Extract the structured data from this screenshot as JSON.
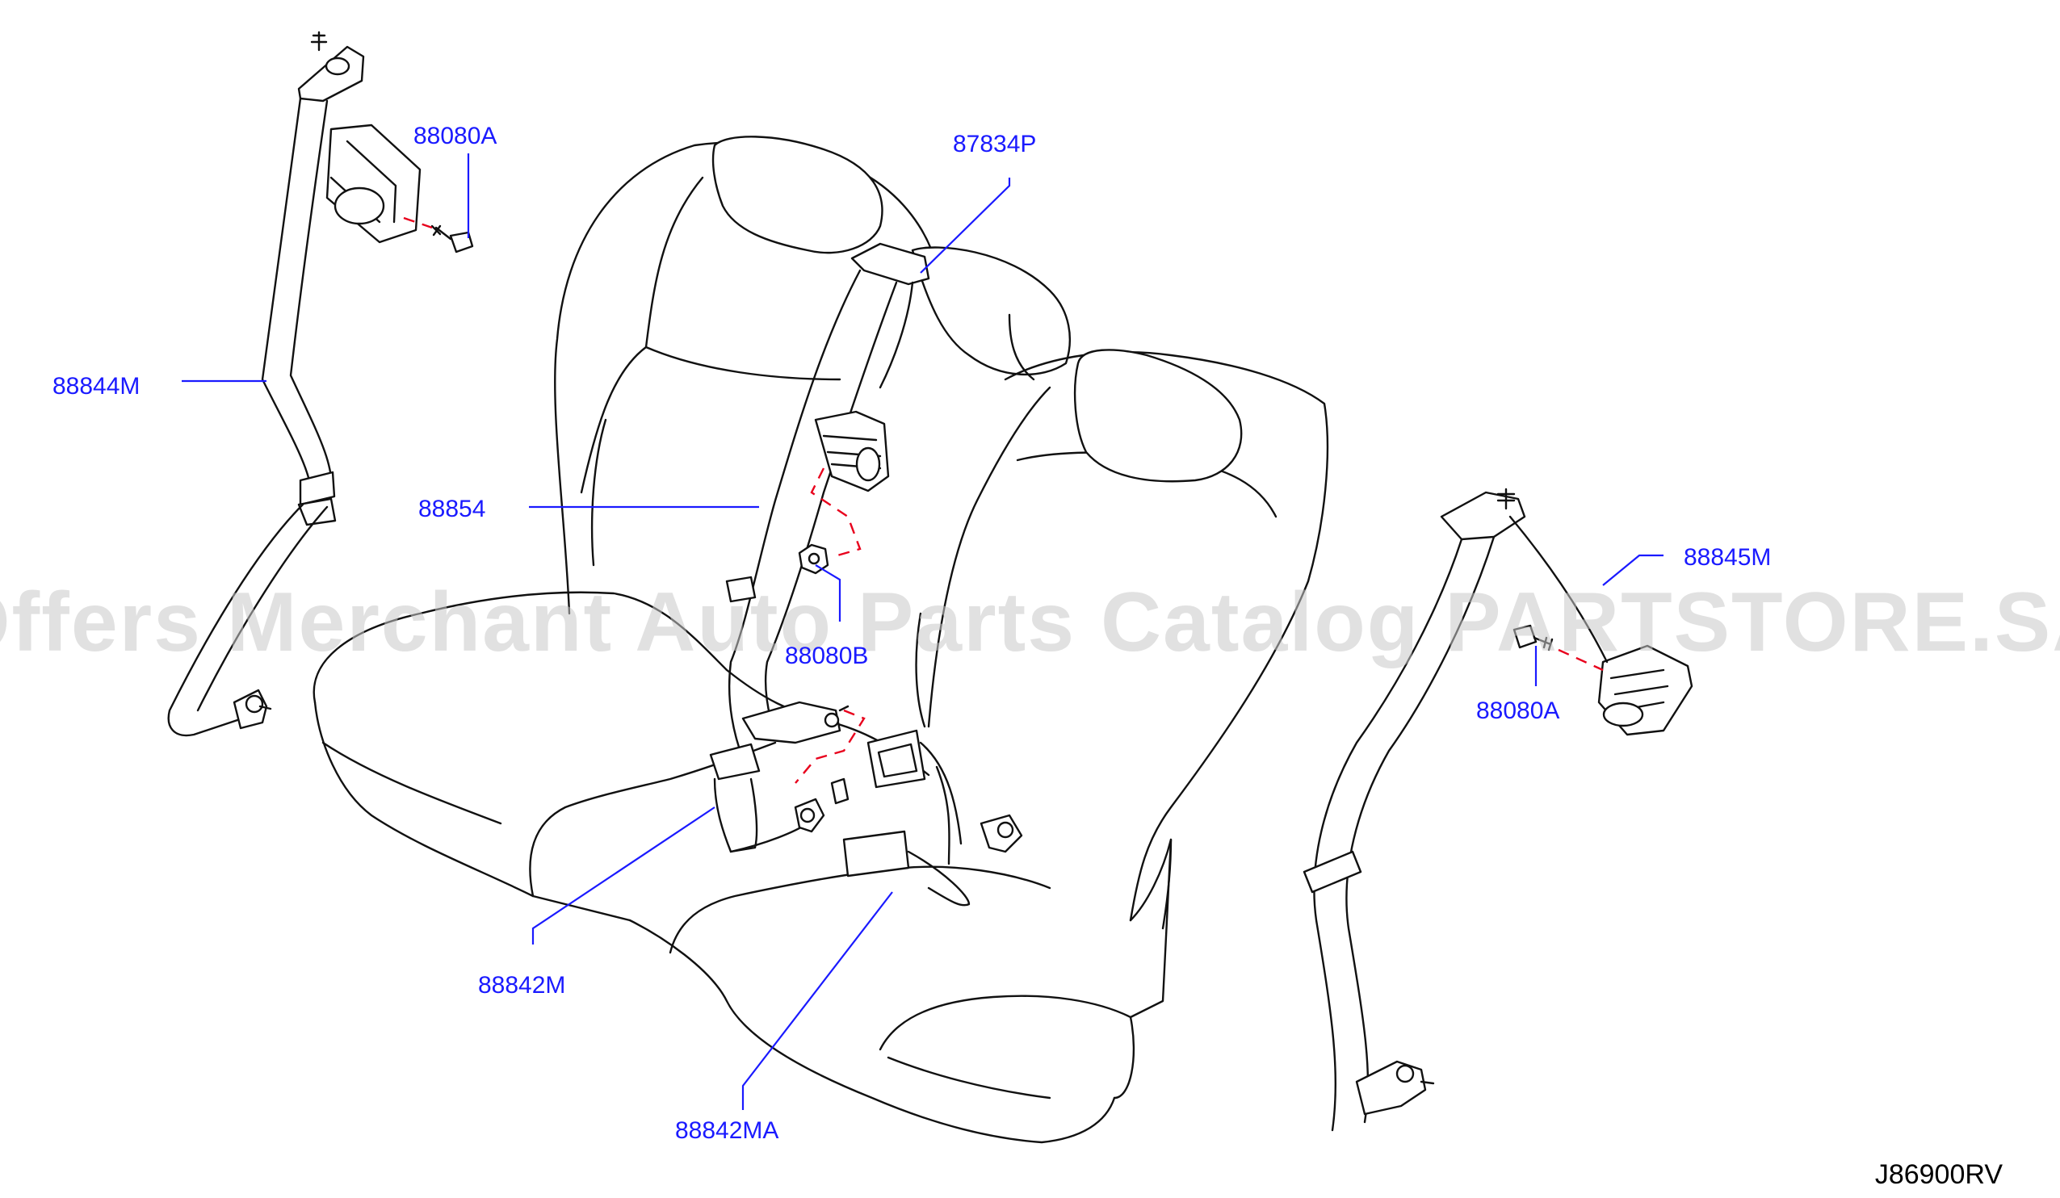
{
  "watermark": "Offers Merchant Auto Parts Catalog PARTSTORE.SA",
  "diagram_ref": "J86900RV",
  "colors": {
    "label": "#1a1aff",
    "outline": "#111111",
    "hidden_line": "#e8001c",
    "watermark": "#c8c8c8"
  },
  "callouts": {
    "c88080A_top": "88080A",
    "c87834P": "87834P",
    "c88844M": "88844M",
    "c88854": "88854",
    "c88080B": "88080B",
    "c88845M": "88845M",
    "c88080A_right": "88080A",
    "c88842M": "88842M",
    "c88842MA": "88842MA"
  }
}
